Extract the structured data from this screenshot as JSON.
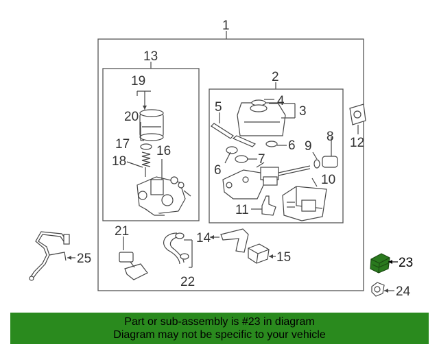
{
  "diagram": {
    "labels": {
      "l1": "1",
      "l2": "2",
      "l3": "3",
      "l4": "4",
      "l5": "5",
      "l6a": "6",
      "l6b": "6",
      "l7": "7",
      "l8": "8",
      "l9": "9",
      "l10": "10",
      "l11": "11",
      "l12": "12",
      "l13": "13",
      "l14": "14",
      "l15": "15",
      "l16": "16",
      "l17": "17",
      "l18": "18",
      "l19": "19",
      "l20": "20",
      "l21": "21",
      "l22": "22",
      "l23": "23",
      "l24": "24",
      "l25": "25"
    },
    "highlight_part": "23",
    "highlight_color": "#2a7a1e"
  },
  "banner": {
    "line1": "Part or sub-assembly is #23 in diagram",
    "line2": "Diagram may not be specific to your vehicle",
    "color": "#2a8a1e"
  }
}
